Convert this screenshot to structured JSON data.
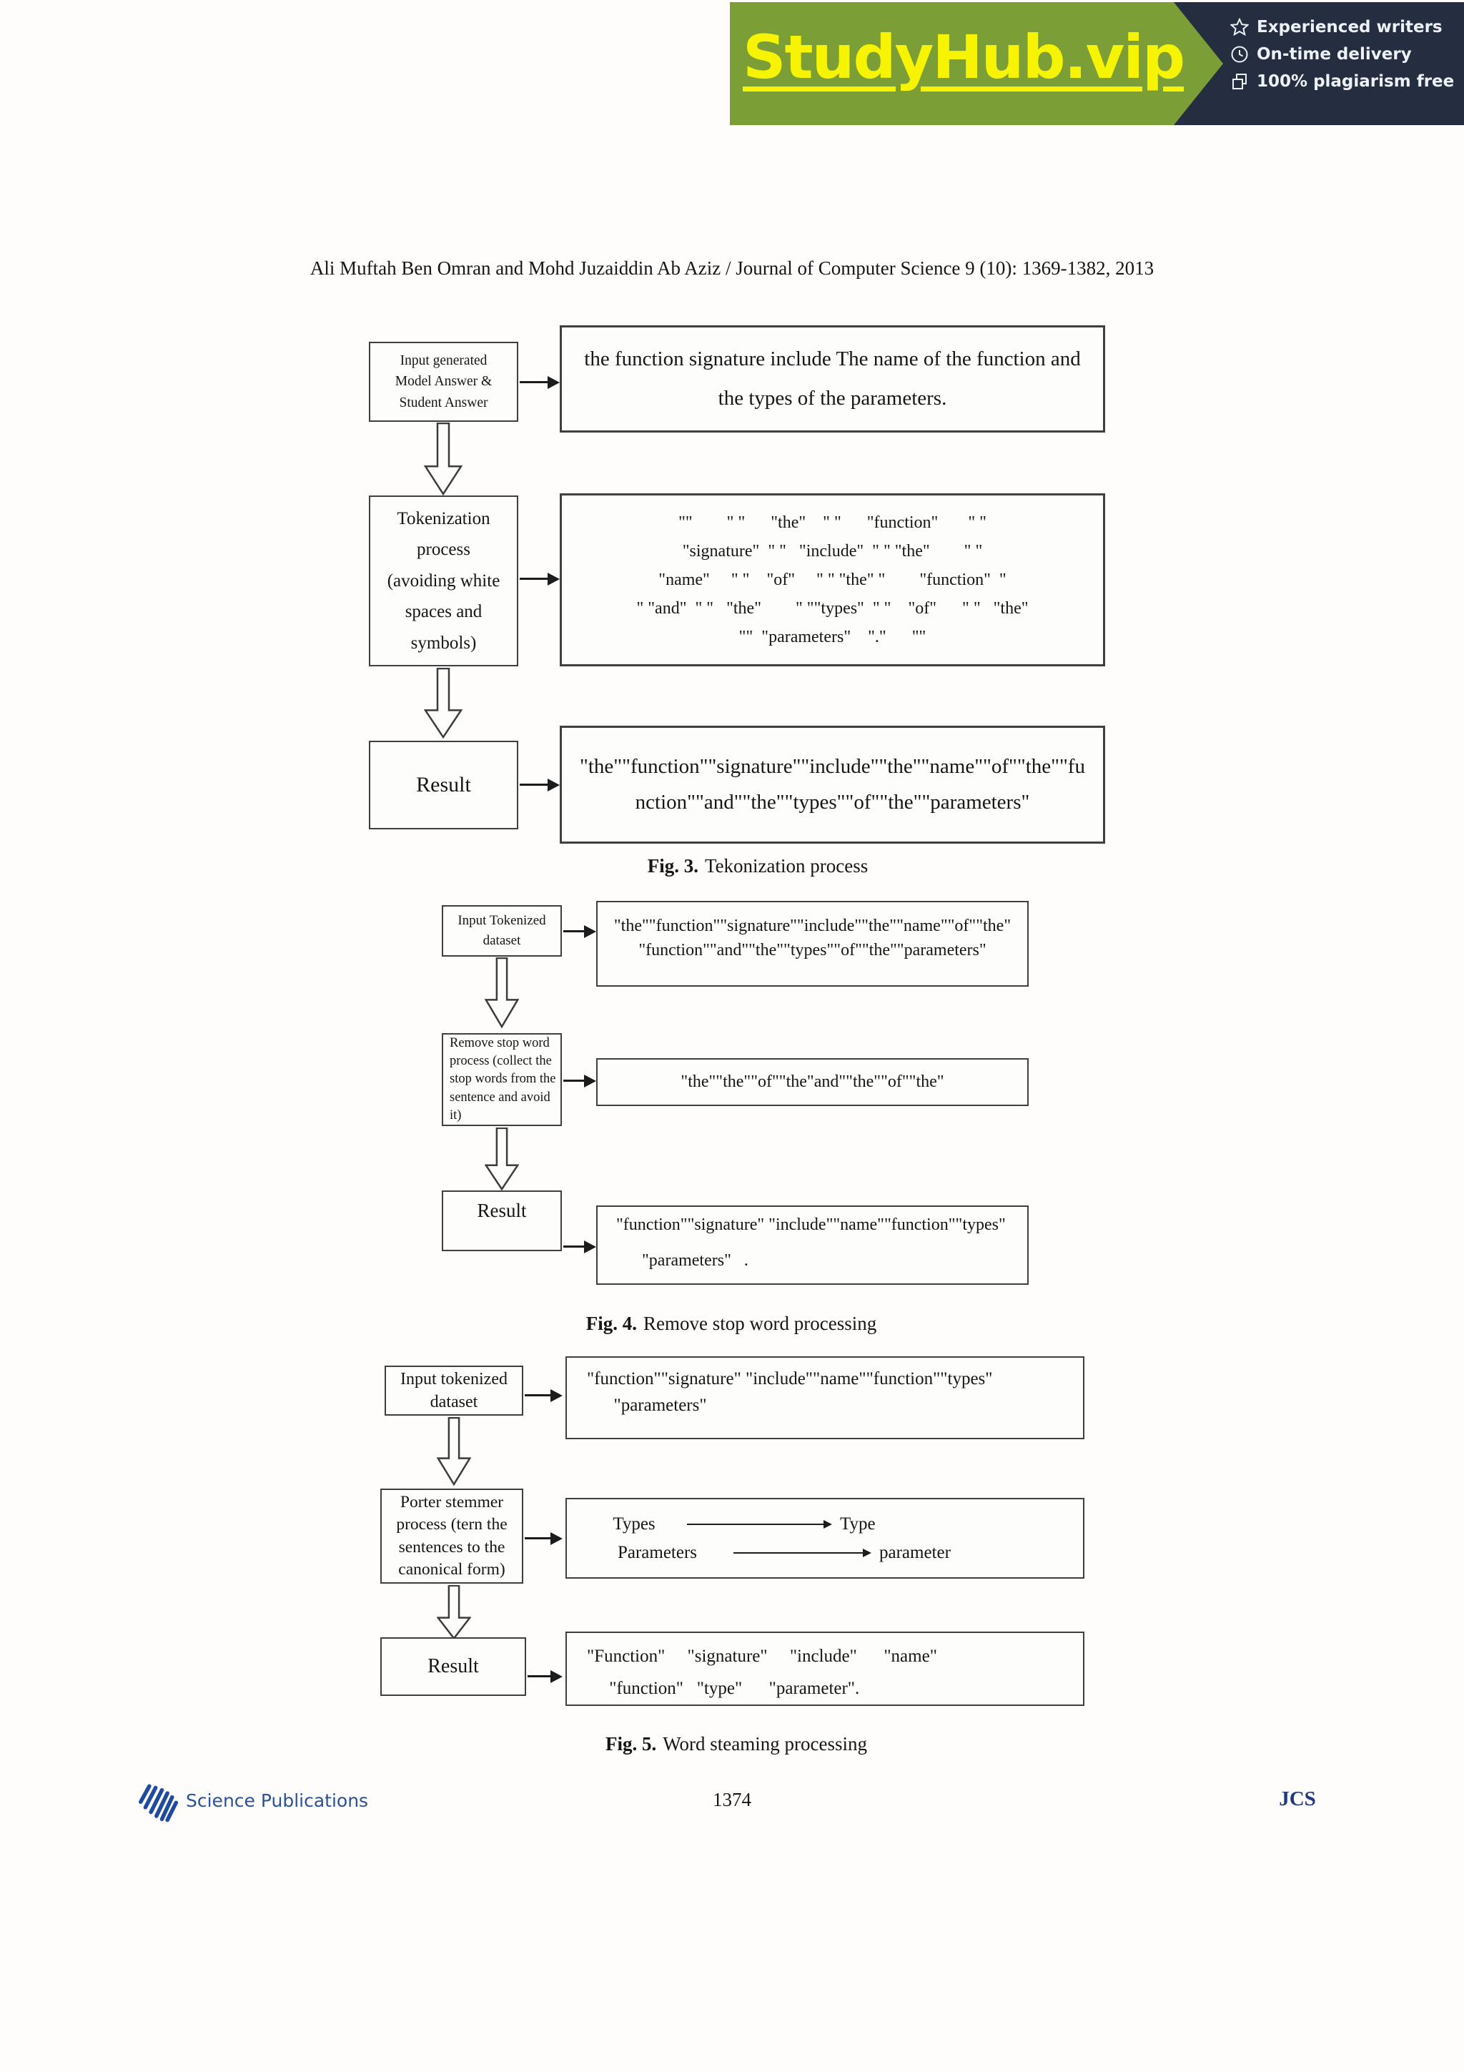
{
  "banner": {
    "brand": "StudyHub.vip",
    "features": [
      {
        "icon": "star-icon",
        "label": "Experienced writers"
      },
      {
        "icon": "clock-icon",
        "label": "On-time delivery"
      },
      {
        "icon": "plagiarism-free-icon",
        "label": "100% plagiarism free"
      }
    ],
    "colors": {
      "green": "#7b9e37",
      "navy": "#242e40",
      "yellow": "#f6f303"
    }
  },
  "header": {
    "citation": "Ali Muftah Ben Omran and Mohd Juzaiddin Ab Aziz / Journal of Computer Science 9 (10): 1369-1382, 2013"
  },
  "figures": {
    "fig3": {
      "input_box": [
        "Input generated",
        "Model Answer &",
        "Student Answer"
      ],
      "input_text": [
        "the function signature include The name of the function and",
        "the types of the parameters."
      ],
      "process_box": [
        "Tokenization",
        "process",
        "(avoiding white",
        "spaces and",
        "symbols)"
      ],
      "tokens": [
        "\"\"        \" \"      \"the\"    \" \"      \"function\"       \" \"",
        "\"signature\"  \" \"   \"include\"  \" \" \"the\"        \" \"",
        "\"name\"     \" \"    \"of\"     \" \" \"the\" \"        \"function\"  \"",
        "\" \"and\"  \" \"   \"the\"        \" \"\"types\"  \" \"    \"of\"      \" \"   \"the\"",
        "\"\"  \"parameters\"    \".\"      \"\""
      ],
      "result_label": "Result",
      "result_text": [
        "\"the\"\"function\"\"signature\"\"include\"\"the\"\"name\"\"of\"\"the\"\"fu",
        "nction\"\"and\"\"the\"\"types\"\"of\"\"the\"\"parameters\""
      ],
      "caption_label": "Fig. 3.",
      "caption": "Tekonization process"
    },
    "fig4": {
      "input_box": [
        "Input Tokenized",
        "dataset"
      ],
      "input_text": [
        "\"the\"\"function\"\"signature\"\"include\"\"the\"\"name\"\"of\"\"the\"",
        "\"function\"\"and\"\"the\"\"types\"\"of\"\"the\"\"parameters\""
      ],
      "process_box": [
        "Remove stop word",
        "process (collect the",
        "stop words from the",
        "sentence and avoid",
        "it)"
      ],
      "stop_words": "\"the\"\"the\"\"of\"\"the\"and\"\"the\"\"of\"\"the\"",
      "result_label": "Result",
      "result_text": [
        "\"function\"\"signature\" \"include\"\"name\"\"function\"\"types\"",
        "      \"parameters\"   ."
      ],
      "caption_label": "Fig. 4.",
      "caption": "Remove stop word processing"
    },
    "fig5": {
      "input_box": [
        "Input tokenized",
        "dataset"
      ],
      "input_text": [
        "\"function\"\"signature\" \"include\"\"name\"\"function\"\"types\"",
        "      \"parameters\""
      ],
      "process_box": [
        "Porter stemmer",
        "process (tern the",
        "sentences to the",
        "canonical form)"
      ],
      "stemming": [
        {
          "from": "Types",
          "to": "Type"
        },
        {
          "from": "Parameters",
          "to": "parameter"
        }
      ],
      "result_label": "Result",
      "result_text": [
        "\"Function\"     \"signature\"     \"include\"      \"name\"",
        "     \"function\"   \"type\"      \"parameter\"."
      ],
      "caption_label": "Fig. 5.",
      "caption": "Word steaming processing"
    }
  },
  "footer": {
    "publisher": "Science Publications",
    "page_number": "1374",
    "journal_code": "JCS"
  }
}
